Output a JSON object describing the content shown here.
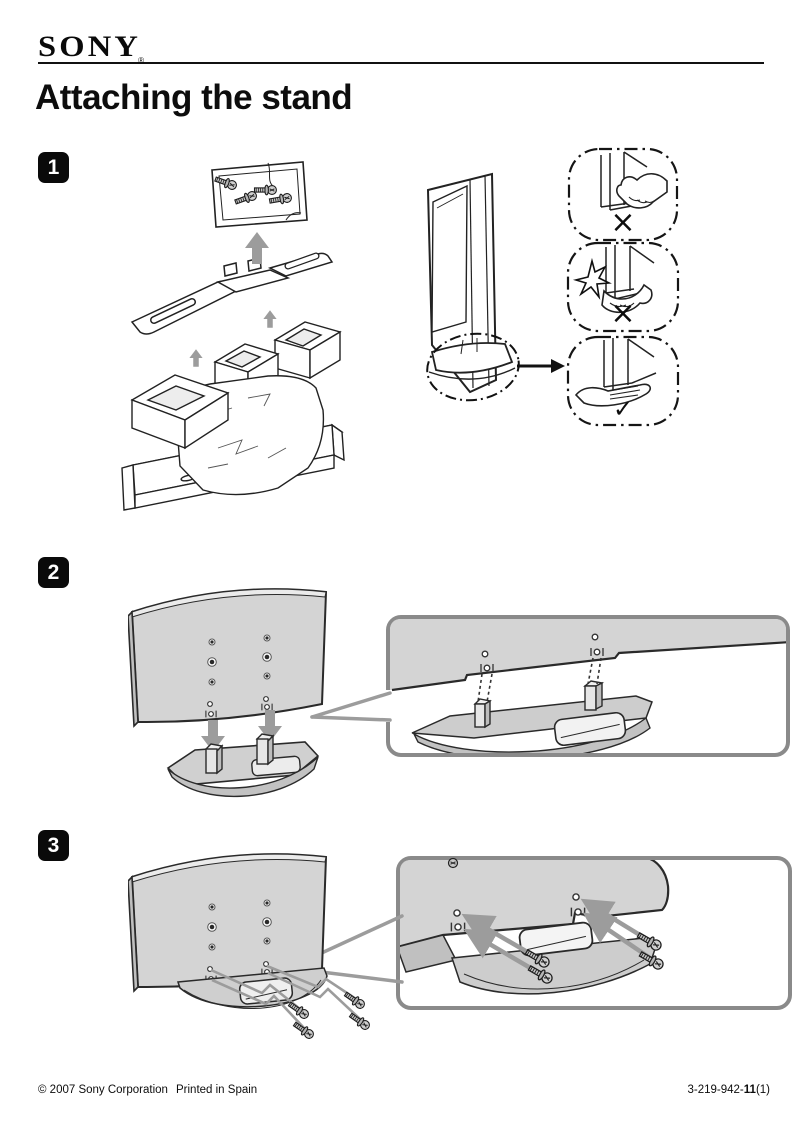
{
  "brand": {
    "name": "SONY",
    "registered": "®"
  },
  "title": "Attaching the stand",
  "steps": [
    {
      "number": "1"
    },
    {
      "number": "2"
    },
    {
      "number": "3"
    }
  ],
  "marks": {
    "wrong": "×",
    "correct": "✓"
  },
  "footer": {
    "copyright": "© 2007 Sony Corporation",
    "printed_in": "Printed in Spain",
    "doc_code_prefix": "3-219-942-",
    "doc_code_bold": "11",
    "doc_code_suffix": "(1)"
  },
  "colors": {
    "line": "#222222",
    "panel_gray": "#d4d4d4",
    "arrow_gray": "#9c9c9c",
    "inset_border": "#8a8a8a"
  }
}
